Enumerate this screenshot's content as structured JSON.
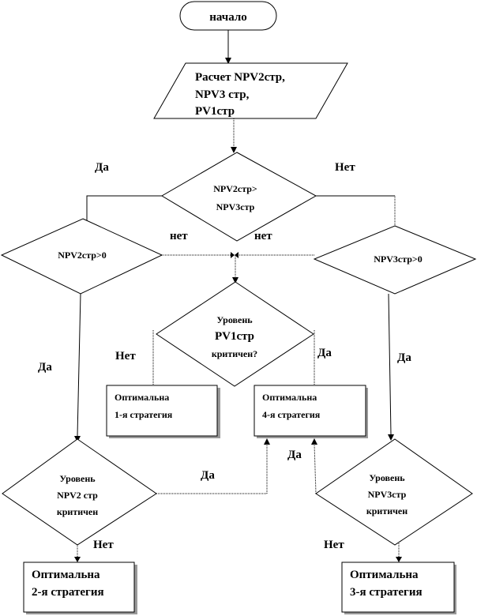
{
  "start": "начало",
  "input_block": [
    "Расчет NPV2стр,",
    "NPV3 стр,",
    "PV1стр"
  ],
  "decision_main": [
    "NPV2стр>",
    "NPV3стр"
  ],
  "decision_left": "NPV2стр>0",
  "decision_right": "NPV3стр>0",
  "decision_pv1": [
    "Уровень",
    "PV1стр",
    "критичен?"
  ],
  "decision_npv2_crit": [
    "Уровень",
    "NPV2 стр",
    "критичен"
  ],
  "decision_npv3_crit": [
    "Уровень",
    "NPV3стр",
    "критичен"
  ],
  "box_1": [
    "Оптимальна",
    "1-я стратегия"
  ],
  "box_4": [
    "Оптимальна",
    "4-я стратегия"
  ],
  "box_2": [
    "Оптимальна",
    "2-я стратегия"
  ],
  "box_3": [
    "Оптимальна",
    "3-я стратегия"
  ],
  "labels": {
    "main_yes": "Да",
    "main_no": "Нет",
    "left_no": "нет",
    "right_no": "нет",
    "left_yes": "Да",
    "right_yes": "Да",
    "pv1_no": "Нет",
    "pv1_yes": "Да",
    "npv2_crit_yes": "Да",
    "npv3_crit_yes": "Да",
    "npv2_crit_no": "Нет",
    "npv3_crit_no": "Нет"
  }
}
